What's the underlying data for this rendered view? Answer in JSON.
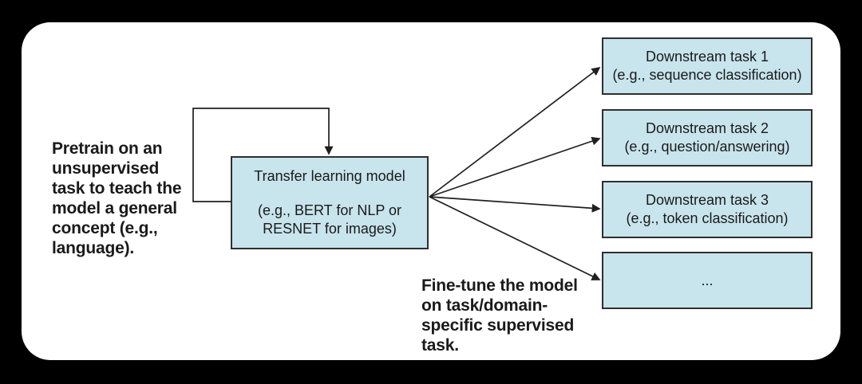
{
  "colors": {
    "page-bg": "#000000",
    "card-bg": "#ffffff",
    "node-fill": "#c8e4ec",
    "node-border": "#2f2f2f",
    "text": "#1a1a1a",
    "arrow": "#1f1f1f"
  },
  "diagram": {
    "pretrain_note": "Pretrain on an\nunsupervised\ntask to teach the\nmodel a general\nconcept (e.g.,\nlanguage).",
    "finetune_note": "Fine-tune the model\non task/domain-\nspecific supervised\ntask.",
    "model": {
      "title": "Transfer learning model",
      "subtitle": "(e.g., BERT for NLP or\nRESNET for images)"
    },
    "tasks": [
      {
        "title": "Downstream task 1",
        "subtitle": "(e.g., sequence classification)"
      },
      {
        "title": "Downstream task 2",
        "subtitle": "(e.g., question/answering)"
      },
      {
        "title": "Downstream task 3",
        "subtitle": "(e.g., token classification)"
      },
      {
        "title": "...",
        "subtitle": ""
      }
    ]
  }
}
